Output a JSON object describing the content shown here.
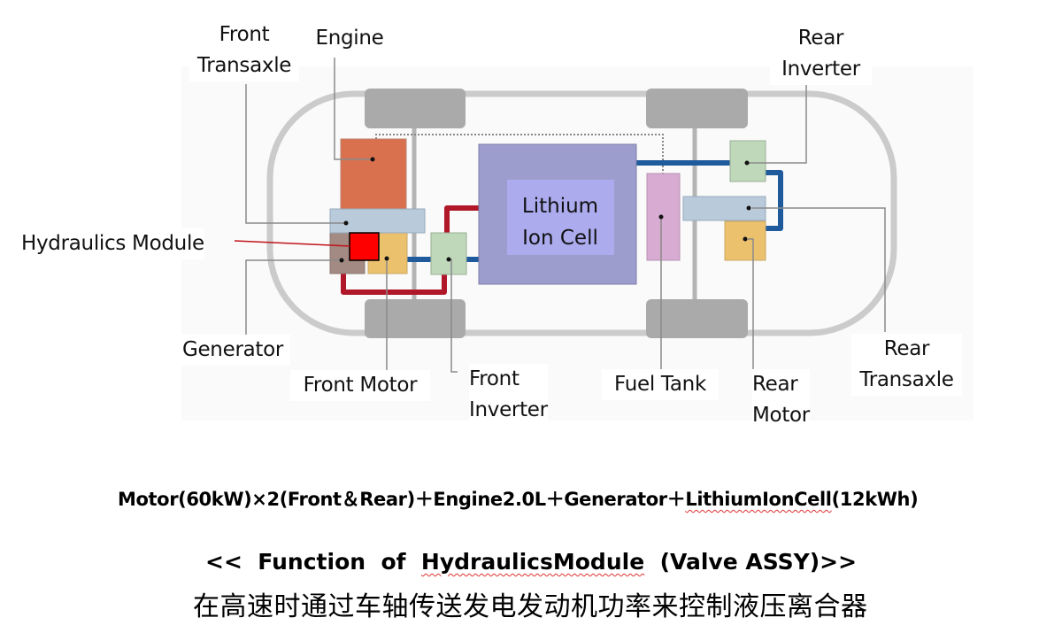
{
  "diagram": {
    "title": "Hybrid AWD powertrain layout",
    "components": {
      "battery": {
        "label_line1": "Lithium",
        "label_line2": "Ion Cell"
      }
    },
    "labels": {
      "front_transaxle": {
        "line1": "Front",
        "line2": "Transaxle"
      },
      "engine": "Engine",
      "rear_inverter": {
        "line1": "Rear",
        "line2": "Inverter"
      },
      "hydraulics_module": "Hydraulics Module",
      "generator": "Generator",
      "front_motor": "Front Motor",
      "front_inverter": {
        "line1": "Front",
        "line2": "Inverter"
      },
      "fuel_tank": "Fuel Tank",
      "rear_motor": {
        "line1": "Rear",
        "line2": "Motor"
      },
      "rear_transaxle": {
        "line1": "Rear",
        "line2": "Transaxle"
      }
    },
    "colors": {
      "engine": "#d9714f",
      "transaxle": "#b9cadb",
      "generator": "#a38a82",
      "motor": "#ecc16e",
      "inverter": "#bfd8ba",
      "battery_outer": "#9d9dcd",
      "battery_inner": "#ababee",
      "fuel_tank": "#d8abd2",
      "hydraulics_highlight": "#ff0000",
      "high_voltage_line": "#b0182a",
      "dc_line": "#1f5a9c",
      "body_outline": "#c8c8c8",
      "wheel": "#a9a9a9"
    }
  },
  "spec": {
    "prefix": "Motor(60kW)×2(Front＆Rear)＋Engine2.0L＋Generator＋",
    "battery_term": "LithiumIonCell",
    "suffix": "(12kWh)"
  },
  "function": {
    "open": "<<  Function  of  ",
    "term": "HydraulicsModule",
    "close": "  (Valve ASSY)>>",
    "description": "在高速时通过车轴传送发电发动机功率来控制液压离合器"
  }
}
